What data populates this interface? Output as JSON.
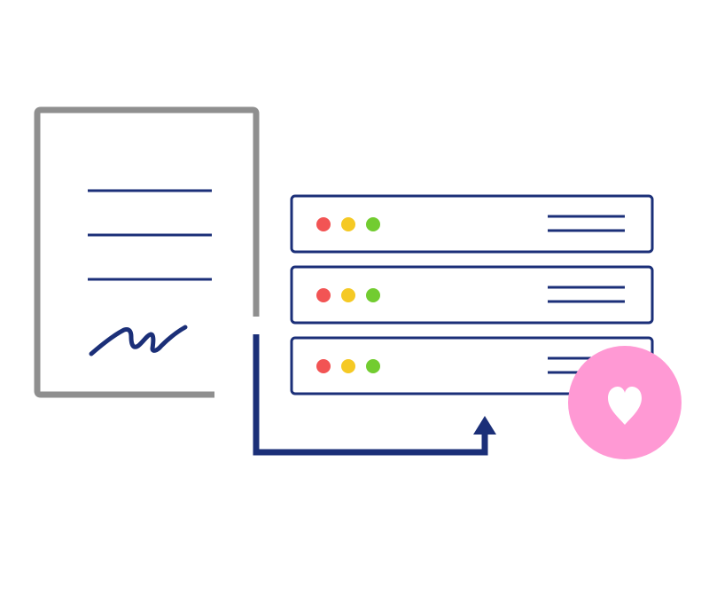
{
  "colors": {
    "document_border": "#8f8f8f",
    "navy": "#1b2f78",
    "status_red": "#f25454",
    "status_yellow": "#f5c924",
    "status_green": "#72cc30",
    "heart_badge": "#ff99d4",
    "heart": "#ffffff",
    "background": "#ffffff"
  },
  "icons": {
    "document": "document-icon",
    "signature": "signature-icon",
    "server_stack": "server-stack-icon",
    "arrow": "upload-arrow-icon",
    "badge": "heart-icon"
  },
  "document": {
    "text_lines": 3,
    "has_signature": true
  },
  "servers": {
    "count": 3,
    "status_lights": [
      "red",
      "yellow",
      "green"
    ],
    "menu_lines": 2
  }
}
